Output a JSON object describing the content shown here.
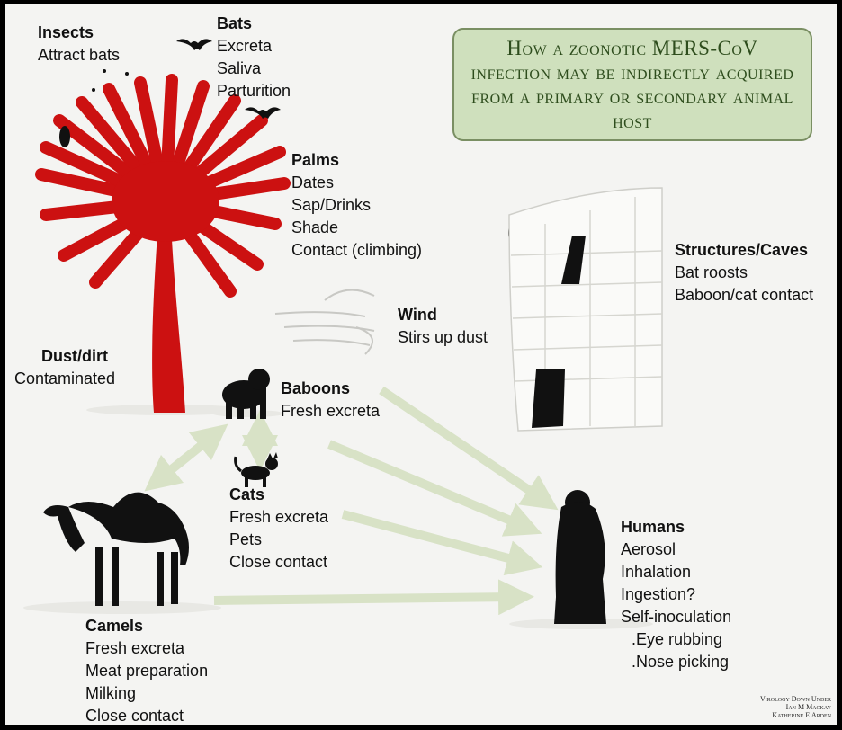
{
  "title": "How a zoonotic MERS-CoV infection may be indirectly acquired from a primary or secondary animal host",
  "nodes": {
    "insects": {
      "heading": "Insects",
      "items": [
        "Attract bats"
      ]
    },
    "bats": {
      "heading": "Bats",
      "items": [
        "Excreta",
        "Saliva",
        "Parturition"
      ]
    },
    "palms": {
      "heading": "Palms",
      "items": [
        "Dates",
        "Sap/Drinks",
        "Shade",
        "Contact (climbing)"
      ]
    },
    "structures": {
      "heading": "Structures/Caves",
      "items": [
        "Bat roosts",
        "Baboon/cat contact"
      ]
    },
    "wind": {
      "heading": "Wind",
      "items": [
        "Stirs up dust"
      ]
    },
    "dust": {
      "heading": "Dust/dirt",
      "items": [
        "Contaminated"
      ]
    },
    "baboons": {
      "heading": "Baboons",
      "items": [
        "Fresh excreta"
      ]
    },
    "cats": {
      "heading": "Cats",
      "items": [
        "Fresh excreta",
        "Pets",
        "Close contact"
      ]
    },
    "camels": {
      "heading": "Camels",
      "items": [
        "Fresh excreta",
        "Meat preparation",
        "Milking",
        "Close contact"
      ]
    },
    "humans": {
      "heading": "Humans",
      "items": [
        "Aerosol",
        "Inhalation",
        "Ingestion?",
        "Self-inoculation",
        ".Eye rubbing",
        ".Nose picking"
      ]
    }
  },
  "credit": [
    "Virology Down Under",
    "Ian M Mackay",
    "Katherine E Arden"
  ],
  "colors": {
    "palm": "#cc1111",
    "title_bg": "#cfe0bd",
    "title_text": "#2e4d1d",
    "arrow": "#d8e2c6",
    "silhouette": "#111111"
  }
}
